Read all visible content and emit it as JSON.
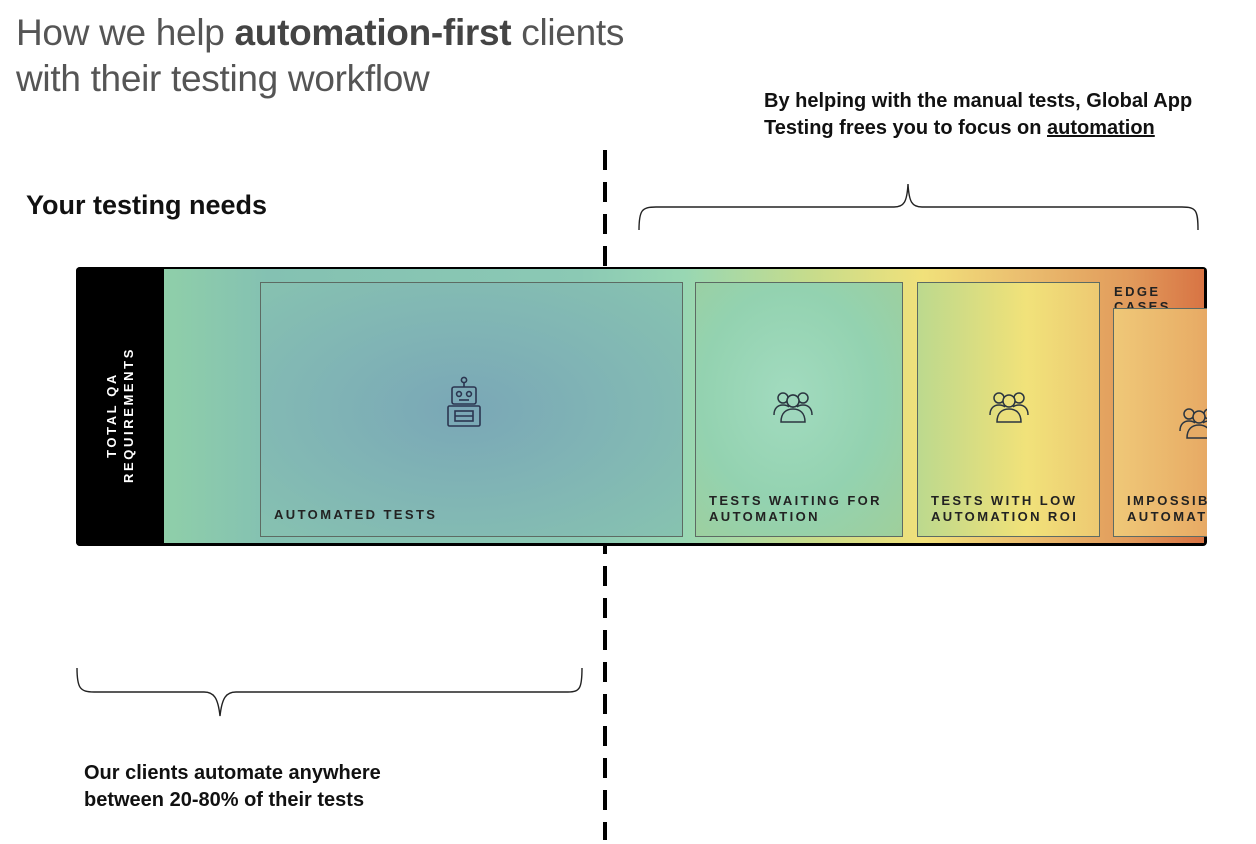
{
  "title": {
    "prefix": "How we help ",
    "bold": "automation-first",
    "suffix": " clients",
    "line2": "with their testing workflow"
  },
  "right_note": {
    "text": "By helping with the manual tests, Global App Testing frees you to focus on ",
    "underlined": "automation"
  },
  "needs_heading": "Your testing needs",
  "bottom_note": "Our clients automate anywhere between 20-80% of their tests",
  "bar": {
    "side_label_line1": "TOTAL QA",
    "side_label_line2": "REQUIREMENTS",
    "segments": [
      {
        "label": "AUTOMATED TESTS",
        "icon": "robot-icon"
      },
      {
        "label_line1": "TESTS WAITING FOR",
        "label_line2": "AUTOMATION",
        "icon": "people-icon"
      },
      {
        "label_line1": "TESTS WITH LOW",
        "label_line2": "AUTOMATION ROI",
        "icon": "people-icon"
      },
      {
        "label_line1": "IMPOSSIBLE-TO-",
        "label_line2": "AUTOMATE TESTS",
        "icon": "people-icon"
      }
    ],
    "edge_cases_label": "EDGE CASES",
    "edge_cases_icon": "people-icon"
  },
  "colors": {
    "green": "#8fcfa9",
    "teal": "#7aa7b6",
    "yellow": "#f1e17a",
    "orange": "#d87444",
    "black": "#000000"
  }
}
